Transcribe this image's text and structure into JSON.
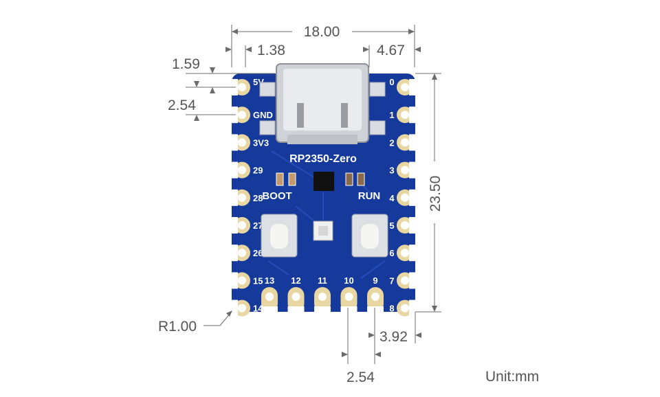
{
  "dimensions": {
    "width": "18.00",
    "usb_left_offset": "1.38",
    "usb_right_offset": "4.67",
    "top_edge_offset": "1.59",
    "pin_pitch_left": "2.54",
    "height": "23.50",
    "corner_radius": "R1.00",
    "bottom_edge_offset": "3.92",
    "pin_pitch_bottom": "2.54"
  },
  "unit_label": "Unit:mm",
  "board": {
    "name": "RP2350-Zero",
    "boot_label": "BOOT",
    "run_label": "RUN",
    "left_pins": [
      "5V",
      "GND",
      "3V3",
      "29",
      "28",
      "27",
      "26",
      "15",
      "14"
    ],
    "right_pins": [
      "0",
      "1",
      "2",
      "3",
      "4",
      "5",
      "6",
      "7",
      "8"
    ],
    "bottom_pins": [
      "13",
      "12",
      "11",
      "10",
      "9"
    ],
    "colors": {
      "pcb": "#163a9c",
      "pad": "#e8d7a2",
      "silkscreen": "#ffffff",
      "dimension": "#6b6b6b"
    }
  }
}
